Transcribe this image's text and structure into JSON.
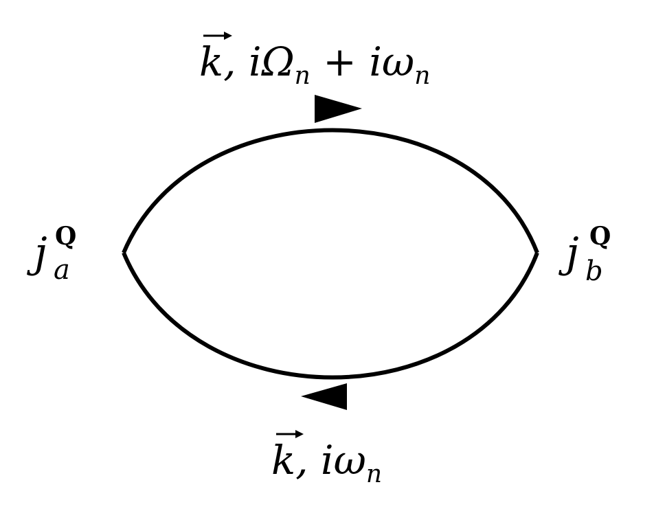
{
  "diagram": {
    "top_label": {
      "vector": "k",
      "rest": ", iΩ",
      "sub1": "n",
      "plus": " + ",
      "iomega": "iω",
      "sub2": "n"
    },
    "bottom_label": {
      "vector": "k",
      "rest": ", iω",
      "sub": "n"
    },
    "left_vertex": {
      "symbol": "j",
      "superscript": "Q",
      "subscript": "a"
    },
    "right_vertex": {
      "symbol": "j",
      "superscript": "Q",
      "subscript": "b"
    },
    "line_color": "#000000"
  }
}
